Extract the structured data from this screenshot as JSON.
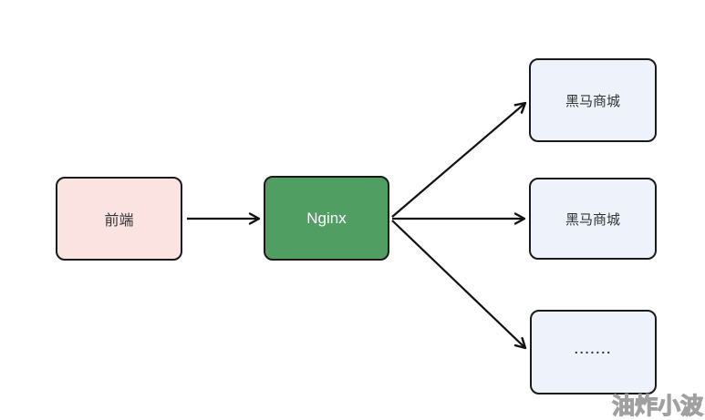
{
  "diagram": {
    "nodes": [
      {
        "id": "frontend",
        "label": "前端",
        "fill": "#fbe3e2"
      },
      {
        "id": "nginx",
        "label": "Nginx",
        "fill": "#519e63"
      },
      {
        "id": "service-1",
        "label": "黑马商城",
        "fill": "#edf2fb"
      },
      {
        "id": "service-2",
        "label": "黑马商城",
        "fill": "#edf2fb"
      },
      {
        "id": "service-more",
        "label": ".......",
        "fill": "#edf2fb"
      }
    ],
    "edges": [
      {
        "from": "frontend",
        "to": "nginx"
      },
      {
        "from": "nginx",
        "to": "service-1"
      },
      {
        "from": "nginx",
        "to": "service-2"
      },
      {
        "from": "nginx",
        "to": "service-more"
      }
    ]
  },
  "watermark": {
    "text": "油炸小波"
  },
  "colors": {
    "background": "#ffffff",
    "node_border": "#1a1a1a",
    "arrow": "#111111",
    "frontend_fill": "#fbe3e2",
    "nginx_fill": "#519e63",
    "nginx_text": "#ffffff",
    "service_fill": "#edf2fb",
    "label_text": "#333333",
    "watermark_text": "#a0a0a0"
  }
}
